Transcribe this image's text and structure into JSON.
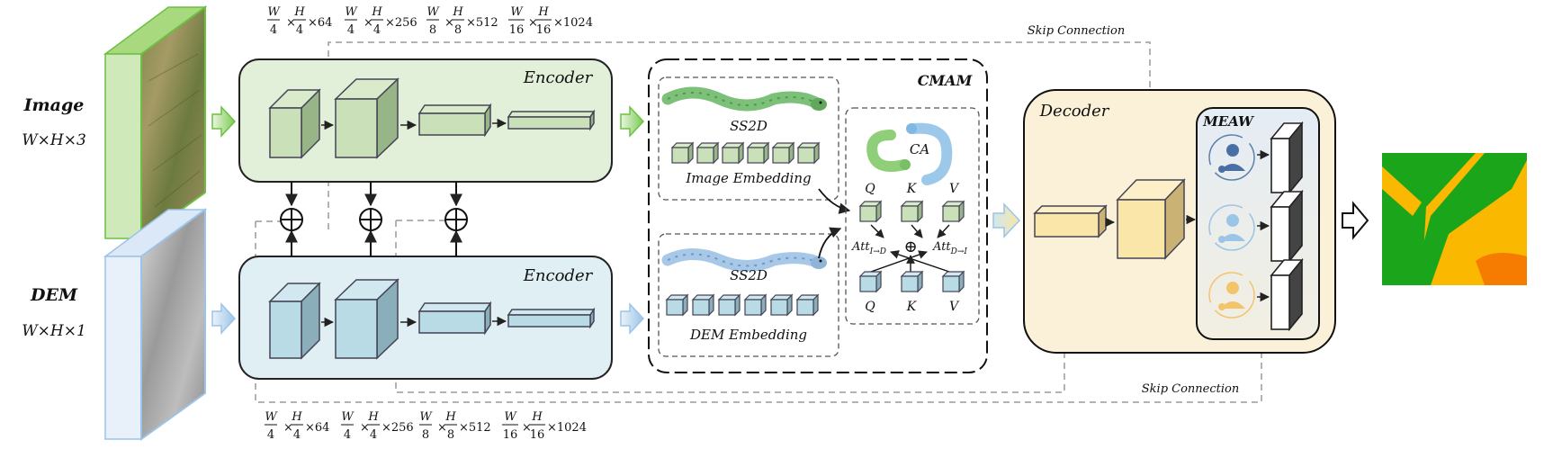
{
  "inputs": {
    "image": {
      "label": "Image",
      "dims": "W×H×3"
    },
    "dem": {
      "label": "DEM",
      "dims": "W×H×1"
    }
  },
  "encoder": {
    "label": "Encoder"
  },
  "cmam": {
    "title": "CMAM",
    "ss2d": "SS2D",
    "image_embedding": "Image Embedding",
    "dem_embedding": "DEM Embedding",
    "ca": "CA",
    "q": "Q",
    "k": "K",
    "v": "V",
    "att_base": "Att",
    "att1_sub": "I→D",
    "att2_sub": "D→I",
    "oplus": "⊕"
  },
  "decoder": {
    "label": "Decoder"
  },
  "meaw": {
    "label": "MEAW"
  },
  "skip_connection": "Skip Connection",
  "stage_dims": [
    {
      "a": "W",
      "b": "4",
      "c": "H",
      "d": "4",
      "ch": "×64"
    },
    {
      "a": "W",
      "b": "4",
      "c": "H",
      "d": "4",
      "ch": "×256"
    },
    {
      "a": "W",
      "b": "8",
      "c": "H",
      "d": "8",
      "ch": "×512"
    },
    {
      "a": "W",
      "b": "16",
      "c": "H",
      "d": "16",
      "ch": "×1024"
    }
  ],
  "colors": {
    "image_encoder_fill": "#e2f0da",
    "dem_encoder_fill": "#dfeff4",
    "green_block": "#c9e0b8",
    "blue_block": "#b9dbe6",
    "decoder_fill": "#fbf1d8",
    "yellow_block": "#fbe6aa",
    "seg_green": "#1aa51a",
    "seg_orange": "#fbb800",
    "seg_red": "#f57c00"
  }
}
